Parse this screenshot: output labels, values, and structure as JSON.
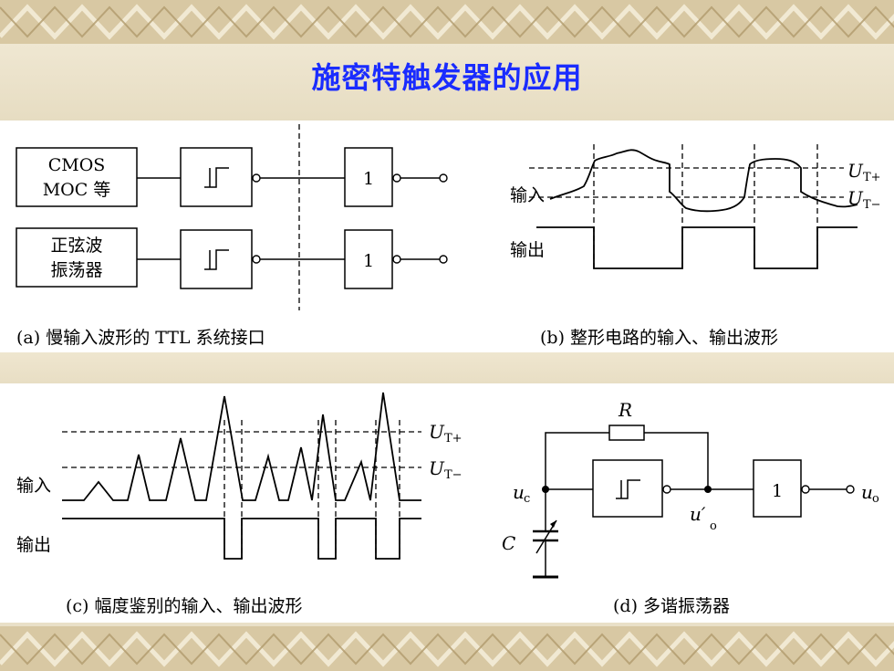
{
  "title": "施密特触发器的应用",
  "colors": {
    "title": "#1a2cff",
    "background": "#e9e0c8",
    "band": "#c9b48a"
  },
  "panel_a": {
    "box1_line1": "CMOS",
    "box1_line2": "MOC 等",
    "box2_line1": "正弦波",
    "box2_line2": "振荡器",
    "gate_label": "1",
    "caption": "(a)   慢输入波形的 TTL 系统接口"
  },
  "panel_b": {
    "input_label": "输入",
    "output_label": "输出",
    "ut_plus": "U",
    "ut_plus_sub": "T+",
    "ut_minus": "U",
    "ut_minus_sub": "T−",
    "caption": "(b)   整形电路的输入、输出波形"
  },
  "panel_c": {
    "input_label": "输入",
    "output_label": "输出",
    "ut_plus": "U",
    "ut_plus_sub": "T+",
    "ut_minus": "U",
    "ut_minus_sub": "T−",
    "caption": "(c)   幅度鉴别的输入、输出波形"
  },
  "panel_d": {
    "resistor": "R",
    "capacitor": "C",
    "uc": "u",
    "uc_sub": "c",
    "uo_prime": "u′",
    "uo_prime_sub": "o",
    "uo": "u",
    "uo_sub": "o",
    "gate_label": "1",
    "caption": "(d)   多谐振荡器"
  }
}
